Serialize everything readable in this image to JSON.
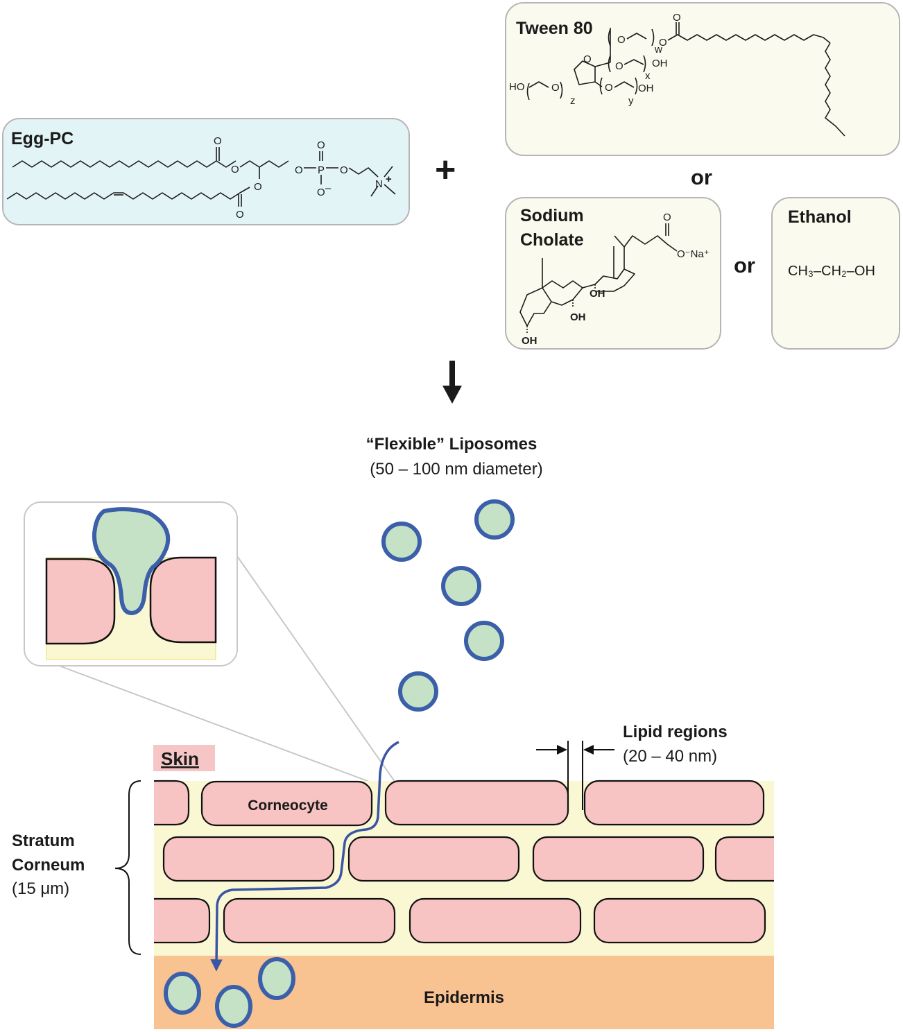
{
  "reagents": {
    "egg_pc": {
      "label": "Egg-PC",
      "atoms": {
        "o": "O",
        "p": "P",
        "n": "N",
        "plus": "+",
        "minus": "–"
      },
      "box_color": "#e3f4f6"
    },
    "plus_sign": "+",
    "tween80": {
      "label": "Tween 80",
      "atoms": {
        "ho": "HO",
        "oh": "OH",
        "o": "O",
        "w": "w",
        "x": "x",
        "y": "y",
        "z": "z"
      },
      "box_color": "#fbfaee"
    },
    "or_1": "or",
    "sodium_cholate": {
      "label_line1": "Sodium",
      "label_line2": "Cholate",
      "atoms": {
        "o": "O",
        "counter_ion": "O⁻Na⁺",
        "oh": "OH"
      },
      "box_color": "#fbfaee"
    },
    "or_2": "or",
    "ethanol": {
      "label": "Ethanol",
      "formula": "CH₃–CH₂–OH",
      "box_color": "#fbfaee"
    }
  },
  "product": {
    "title": "“Flexible” Liposomes",
    "subtitle": "(50 – 100 nm diameter)"
  },
  "skin": {
    "label": "Skin",
    "corneocyte_label": "Corneocyte",
    "lipid_regions_title": "Lipid regions",
    "lipid_regions_size": "(20 – 40 nm)",
    "stratum_line1": "Stratum",
    "stratum_line2": "Corneum",
    "stratum_thickness": "(15 μm)",
    "epidermis_label": "Epidermis"
  },
  "colors": {
    "corneocyte": "#f7c3c3",
    "lipid": "#faf7d3",
    "epidermis": "#f8c291",
    "liposome_core": "#c5e2c6",
    "liposome_shell": "#3b5fa8",
    "path": "#3a55a4",
    "skin_label_bg": "#f6c6c6"
  }
}
